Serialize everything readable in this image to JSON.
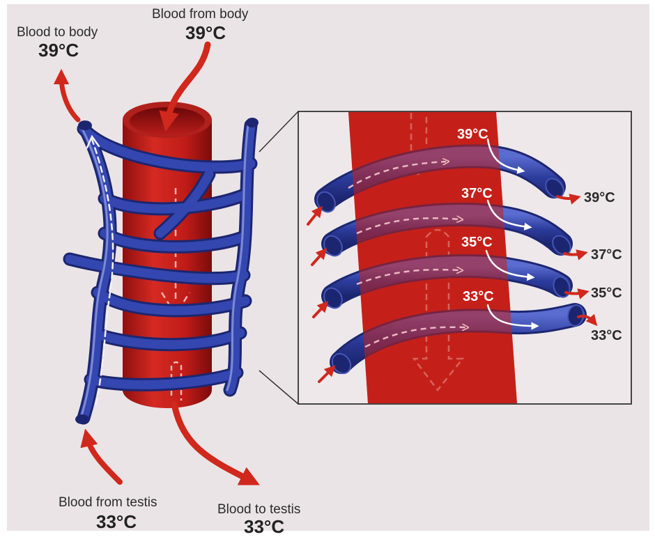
{
  "labels": {
    "blood_to_body": {
      "caption": "Blood to body",
      "temp": "39°C"
    },
    "blood_from_body": {
      "caption": "Blood from body",
      "temp": "39°C"
    },
    "blood_from_testis": {
      "caption": "Blood from testis",
      "temp": "33°C"
    },
    "blood_to_testis": {
      "caption": "Blood to testis",
      "temp": "33°C"
    }
  },
  "inset": {
    "inner_temps": [
      "39°C",
      "37°C",
      "35°C",
      "33°C"
    ],
    "outer_temps": [
      "39°C",
      "37°C",
      "35°C",
      "33°C"
    ]
  },
  "colors": {
    "background": "#ebe4e6",
    "artery": "#c8201c",
    "vein": "#2e3fa0",
    "arrow": "#d0281c"
  }
}
